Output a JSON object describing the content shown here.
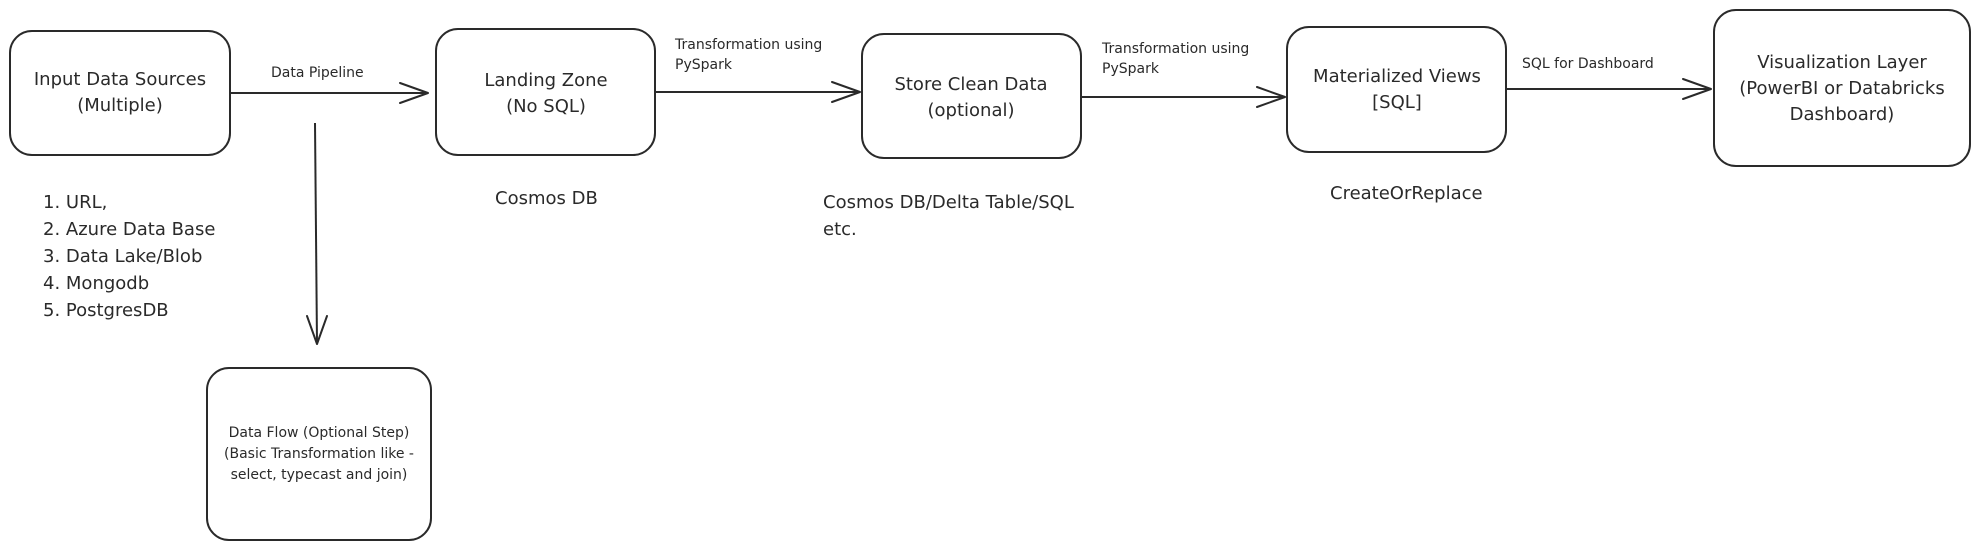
{
  "nodes": {
    "input_sources": [
      "Input Data Sources",
      "(Multiple)"
    ],
    "landing_zone": [
      "Landing Zone",
      "(No SQL)"
    ],
    "store_clean": [
      "Store Clean Data",
      "(optional)"
    ],
    "materialized_views": [
      "Materialized Views",
      "[SQL]"
    ],
    "visualization": [
      "Visualization Layer",
      "(PowerBI or Databricks",
      "Dashboard)"
    ],
    "data_flow": [
      "Data Flow (Optional Step)",
      "(Basic Transformation like -",
      "select, typecast and join)"
    ]
  },
  "edges": {
    "data_pipeline": [
      "Data Pipeline"
    ],
    "transform_1": [
      "Transformation using",
      "PySpark"
    ],
    "transform_2": [
      "Transformation using",
      "PySpark"
    ],
    "sql_dashboard": [
      "SQL for Dashboard"
    ]
  },
  "notes": {
    "sources_list": [
      "1. URL,",
      "2. Azure Data Base",
      "3. Data Lake/Blob",
      "4. Mongodb",
      "5. PostgresDB"
    ],
    "landing_store": [
      "Cosmos DB"
    ],
    "clean_store": [
      "Cosmos DB/Delta Table/SQL",
      "etc."
    ],
    "views_method": [
      "CreateOrReplace"
    ]
  }
}
